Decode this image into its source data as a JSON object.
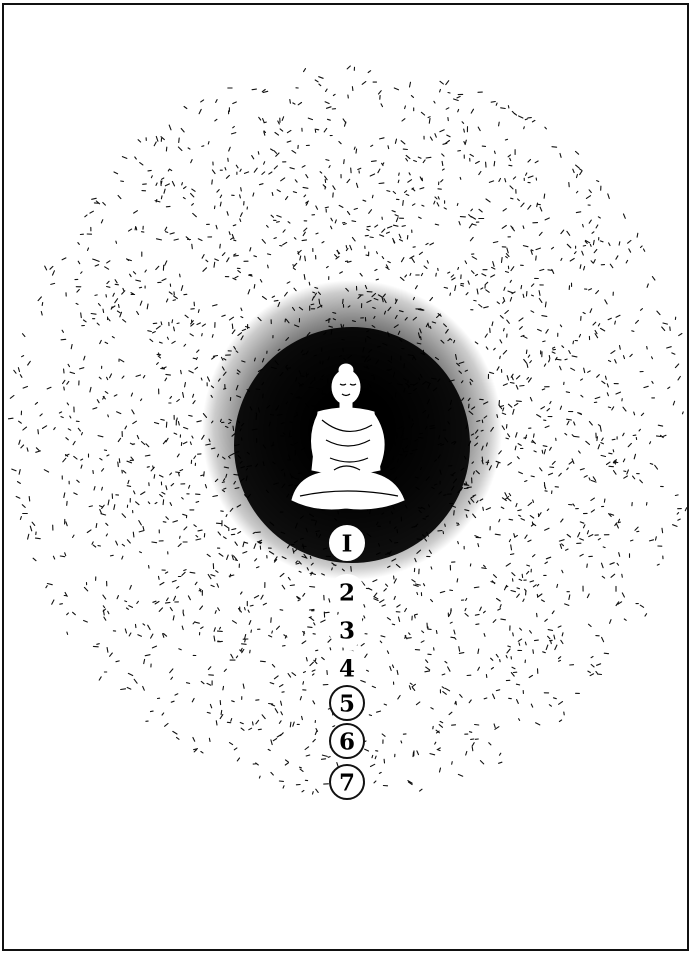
{
  "figure": {
    "colors": {
      "paper": "#ffffff",
      "ink": "#111111",
      "core": "#000000"
    },
    "center_figure": "seated-meditating-buddha",
    "markers": [
      {
        "label": "I",
        "fill": "#ffffff",
        "text": "#000000",
        "ring": "#ffffff"
      },
      {
        "label": "2",
        "fill": "#ffffff",
        "text": "#000000",
        "ring": "#ffffff"
      },
      {
        "label": "3",
        "fill": "#ffffff",
        "text": "#000000",
        "ring": "#ffffff"
      },
      {
        "label": "4",
        "fill": "#ffffff",
        "text": "#000000",
        "ring": "#ffffff"
      },
      {
        "label": "5",
        "fill": "#ffffff",
        "text": "#000000",
        "ring": "#111111"
      },
      {
        "label": "6",
        "fill": "#ffffff",
        "text": "#000000",
        "ring": "#111111"
      },
      {
        "label": "7",
        "fill": "#ffffff",
        "text": "#000000",
        "ring": "#111111"
      }
    ]
  }
}
